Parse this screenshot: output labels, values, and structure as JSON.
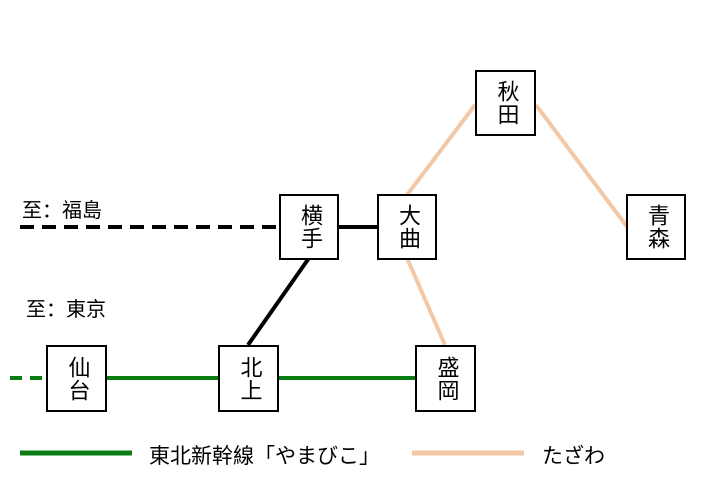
{
  "colors": {
    "shinkansen": "#0a7d12",
    "tazawa": "#f3c8a6",
    "local": "#000000"
  },
  "destinations": {
    "fukushima": "至：福島",
    "tokyo": "至：東京"
  },
  "stations": {
    "akita": "秋田",
    "yokote": "横手",
    "omagari": "大曲",
    "aomori": "青森",
    "sendai": "仙台",
    "kitakami": "北上",
    "morioka": "盛岡"
  },
  "legend": {
    "shinkansen_label": "東北新幹線「やまびこ」",
    "tazawa_label": "たざわ"
  }
}
